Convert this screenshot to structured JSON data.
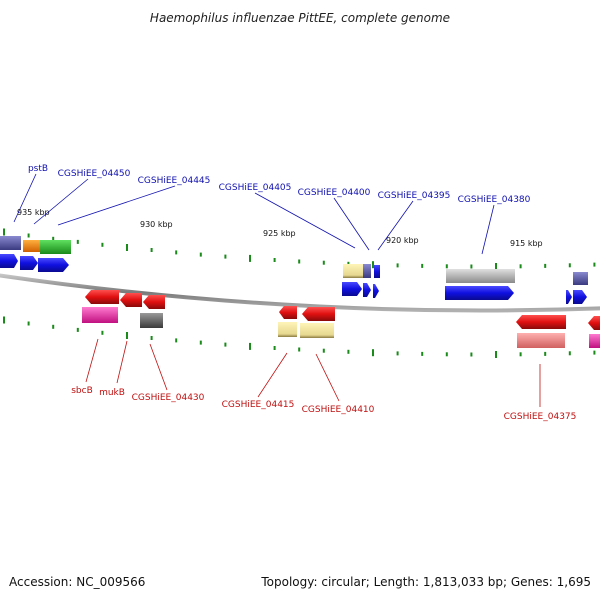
{
  "title": "Haemophilus influenzae PittEE, complete genome",
  "footer": {
    "accession": "Accession: NC_009566",
    "summary": "Topology: circular; Length: 1,813,033 bp; Genes: 1,695"
  },
  "ticks": {
    "labels": [
      "935 kbp",
      "930 kbp",
      "925 kbp",
      "920 kbp",
      "915 kbp"
    ]
  },
  "genes": {
    "forward_labels": [
      "pstB",
      "CGSHiEE_04450",
      "CGSHiEE_04445",
      "CGSHiEE_04405",
      "CGSHiEE_04400",
      "CGSHiEE_04395",
      "CGSHiEE_04380"
    ],
    "reverse_labels": [
      "sbcB",
      "mukB",
      "CGSHiEE_04430",
      "CGSHiEE_04415",
      "CGSHiEE_04410",
      "CGSHiEE_04375"
    ]
  },
  "colors": {
    "forward_cds": "#1414e6",
    "reverse_cds": "#e61414",
    "backbone": "#8a8a8a",
    "tick": "#1a8a1a",
    "forward_label": "#1010b0",
    "reverse_label": "#c01010"
  }
}
